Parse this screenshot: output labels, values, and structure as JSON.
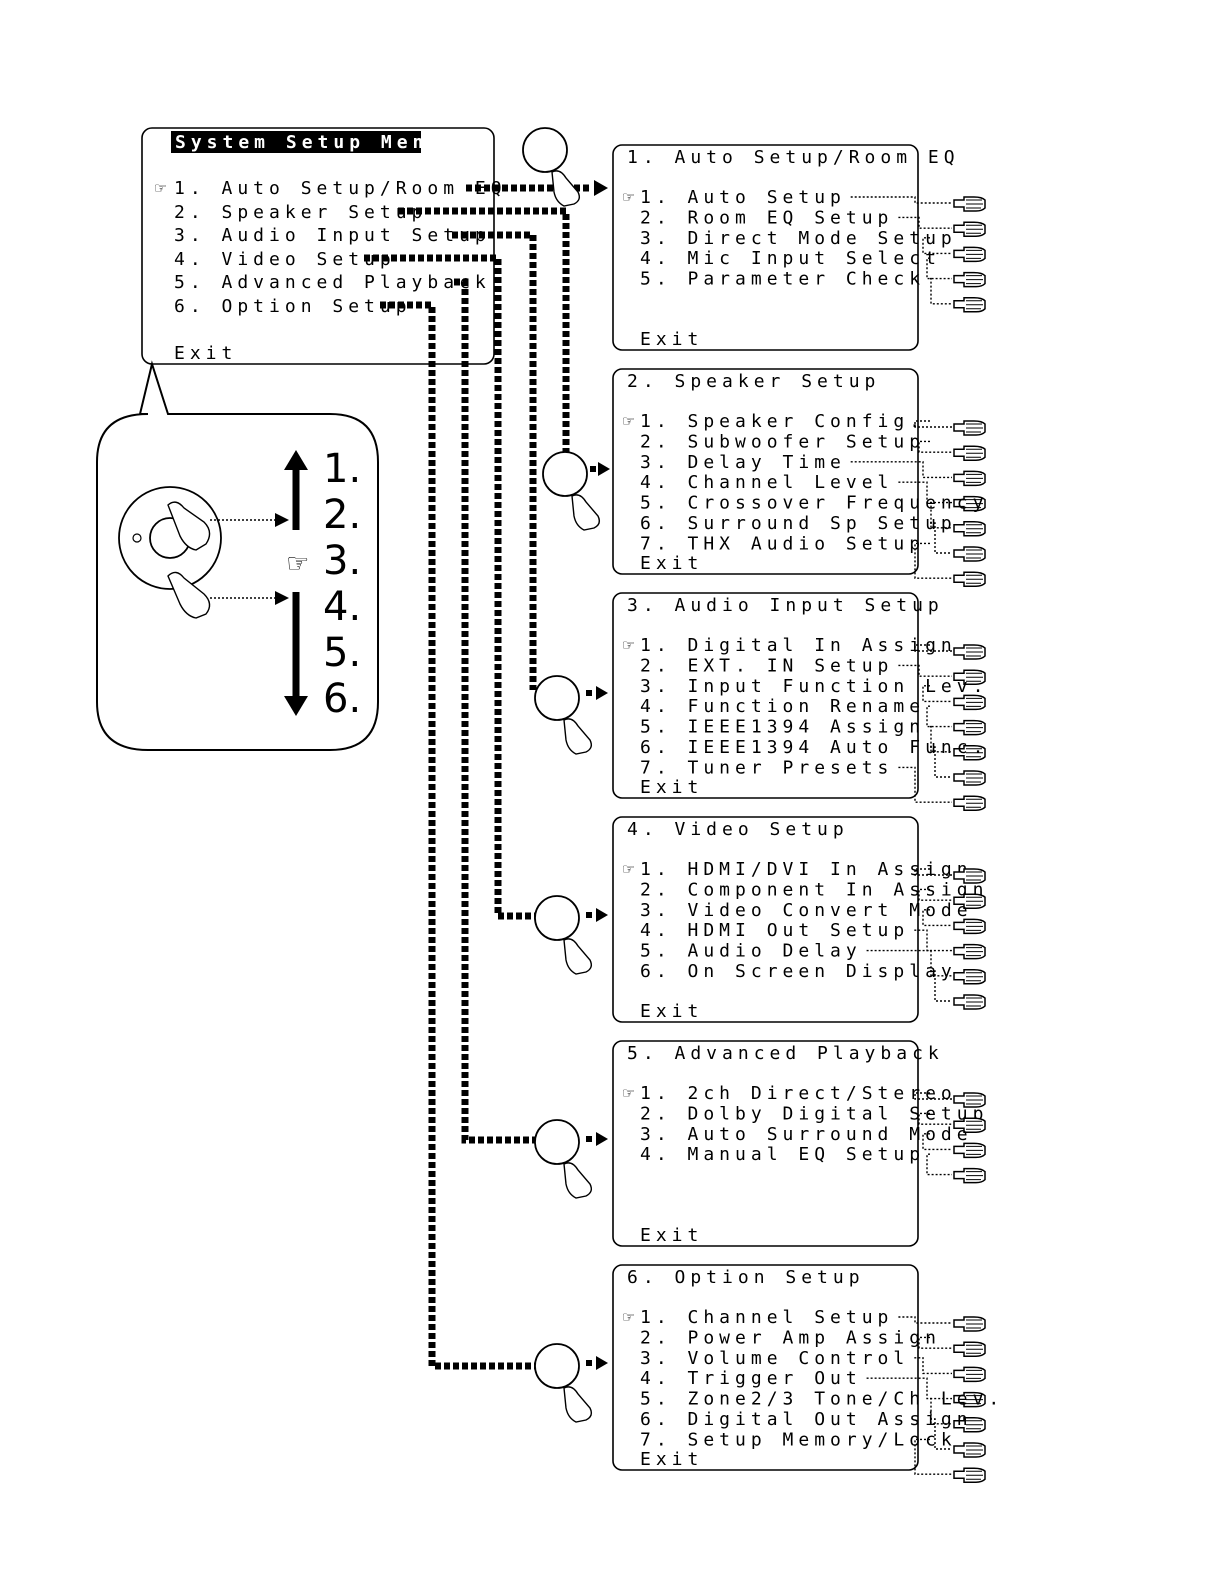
{
  "main_menu": {
    "title": "System Setup Menu",
    "items": [
      "1. Auto Setup/Room EQ",
      "2. Speaker Setup",
      "3. Audio Input Setup",
      "4. Video Setup",
      "5. Advanced Playback",
      "6. Option Setup"
    ],
    "exit": "Exit"
  },
  "remote": {
    "numbers": [
      "1.",
      "2.",
      "3.",
      "4.",
      "5.",
      "6."
    ]
  },
  "submenus": [
    {
      "title": "1. Auto Setup/Room EQ",
      "items": [
        "1. Auto Setup",
        "2. Room EQ Setup",
        "3. Direct Mode Setup",
        "4. Mic Input Select",
        "5. Parameter Check"
      ],
      "exit": "Exit"
    },
    {
      "title": "2. Speaker Setup",
      "items": [
        "1. Speaker Config.",
        "2. Subwoofer Setup",
        "3. Delay Time",
        "4. Channel Level",
        "5. Crossover Frequency",
        "6. Surround Sp Setup",
        "7. THX Audio Setup"
      ],
      "exit": "Exit"
    },
    {
      "title": "3. Audio Input Setup",
      "items": [
        "1. Digital In Assign",
        "2. EXT. IN Setup",
        "3. Input Function Lev.",
        "4. Function Rename",
        "5. IEEE1394 Assign",
        "6. IEEE1394 Auto Func.",
        "7. Tuner Presets"
      ],
      "exit": "Exit"
    },
    {
      "title": "4. Video Setup",
      "items": [
        "1. HDMI/DVI In Assign",
        "2. Component In Assign",
        "3. Video Convert Mode",
        "4. HDMI Out Setup",
        "5. Audio Delay",
        "6. On Screen Display"
      ],
      "exit": "Exit"
    },
    {
      "title": "5. Advanced Playback",
      "items": [
        "1. 2ch Direct/Stereo",
        "2. Dolby Digital Setup",
        "3. Auto Surround Mode",
        "4. Manual EQ Setup"
      ],
      "exit": "Exit"
    },
    {
      "title": "6. Option Setup",
      "items": [
        "1. Channel Setup",
        "2. Power Amp Assign",
        "3. Volume Control",
        "4. Trigger Out",
        "5. Zone2/3 Tone/Ch Lev.",
        "6. Digital Out Assign",
        "7. Setup Memory/Lock"
      ],
      "exit": "Exit"
    }
  ]
}
